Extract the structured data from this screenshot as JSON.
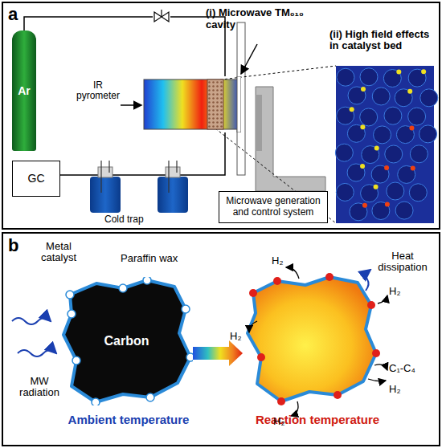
{
  "diagram": {
    "nodes": [
      {
        "text": [
          "Ar"
        ]
      },
      {
        "text": [
          "(i) Microwave TM₀₁₀ cavity"
        ]
      },
      {
        "text": [
          "GC"
        ]
      },
      {
        "text": [
          "Microwave generation and control system"
        ]
      },
      {
        "text": [
          "Carbon"
        ]
      }
    ],
    "edges": [
      {
        "from": 0,
        "to": 1,
        "arrow": "none"
      },
      {
        "from": 1,
        "to": 2,
        "arrow": "none"
      }
    ],
    "labels": [
      "a",
      "IR pyrometer",
      "(ii) High field effects in catalyst bed",
      "Cold trap",
      "b",
      "Metal catalyst",
      "Paraffin wax",
      "MW radiation",
      "Ambient temperature",
      "Reaction temperature",
      "H₂",
      "H₂",
      "H₂",
      "H₂",
      "H₂",
      "Heat dissipation",
      "C₁-C₄"
    ]
  }
}
